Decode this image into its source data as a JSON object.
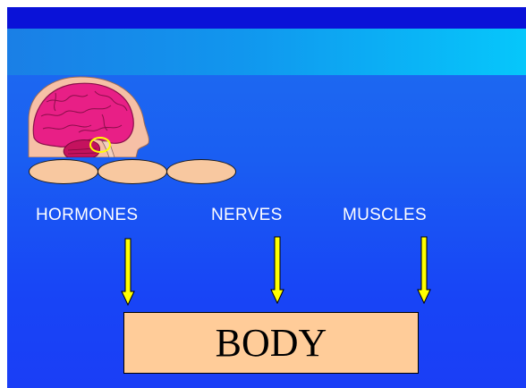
{
  "colors": {
    "background": "#1a5ef2",
    "top_band": "#0a12d8",
    "header_band_end": "#06c7fb",
    "oval_fill": "#f8c8a0",
    "box_fill": "#ffcc99",
    "arrow_fill": "#ffff00",
    "brain_color": "#e81f86",
    "label_color": "#ffffff"
  },
  "labels": {
    "hormones": "HORMONES",
    "nerves": "NERVES",
    "muscles": "MUSCLES"
  },
  "body_box": {
    "text": "BODY"
  },
  "icons": [
    "brain-illustration",
    "arrow-down-icon"
  ]
}
